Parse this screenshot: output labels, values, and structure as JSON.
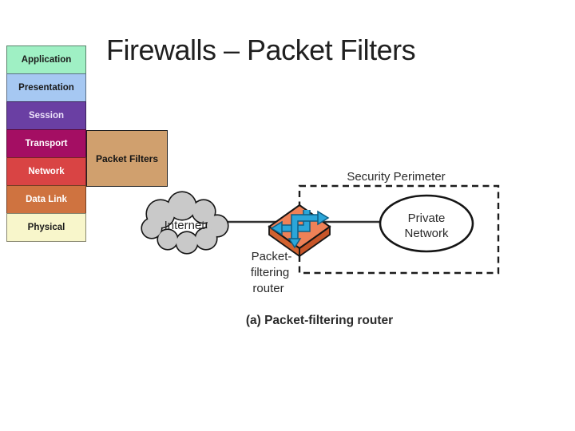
{
  "slide": {
    "title": "Firewalls – Packet Filters"
  },
  "osi_stack": {
    "layers": [
      {
        "label": "Application",
        "bg": "#9ff0c4"
      },
      {
        "label": "Presentation",
        "bg": "#a6c8f2"
      },
      {
        "label": "Session",
        "bg": "#6a3fa3"
      },
      {
        "label": "Transport",
        "bg": "#a40e63"
      },
      {
        "label": "Network",
        "bg": "#d94444"
      },
      {
        "label": "Data Link",
        "bg": "#cf7340"
      },
      {
        "label": "Physical",
        "bg": "#f8f6cb"
      }
    ]
  },
  "packet_filters_box": {
    "label": "Packet Filters",
    "bg": "#d0a06e"
  },
  "diagram": {
    "security_perimeter_label": "Security Perimeter",
    "internet_label": "Internet",
    "router_label_line1": "Packet-",
    "router_label_line2": "filtering",
    "router_label_line3": "router",
    "private_network_line1": "Private",
    "private_network_line2": "Network",
    "caption": "(a) Packet-filtering router",
    "colors": {
      "cloud_fill": "#c9c9c9",
      "router_top": "#ef8157",
      "router_side_left": "#d2622f",
      "router_side_right": "#c85528",
      "arrow_blue": "#2ba6d9",
      "arrow_outline": "#0e5e84",
      "outline": "#151515"
    }
  }
}
